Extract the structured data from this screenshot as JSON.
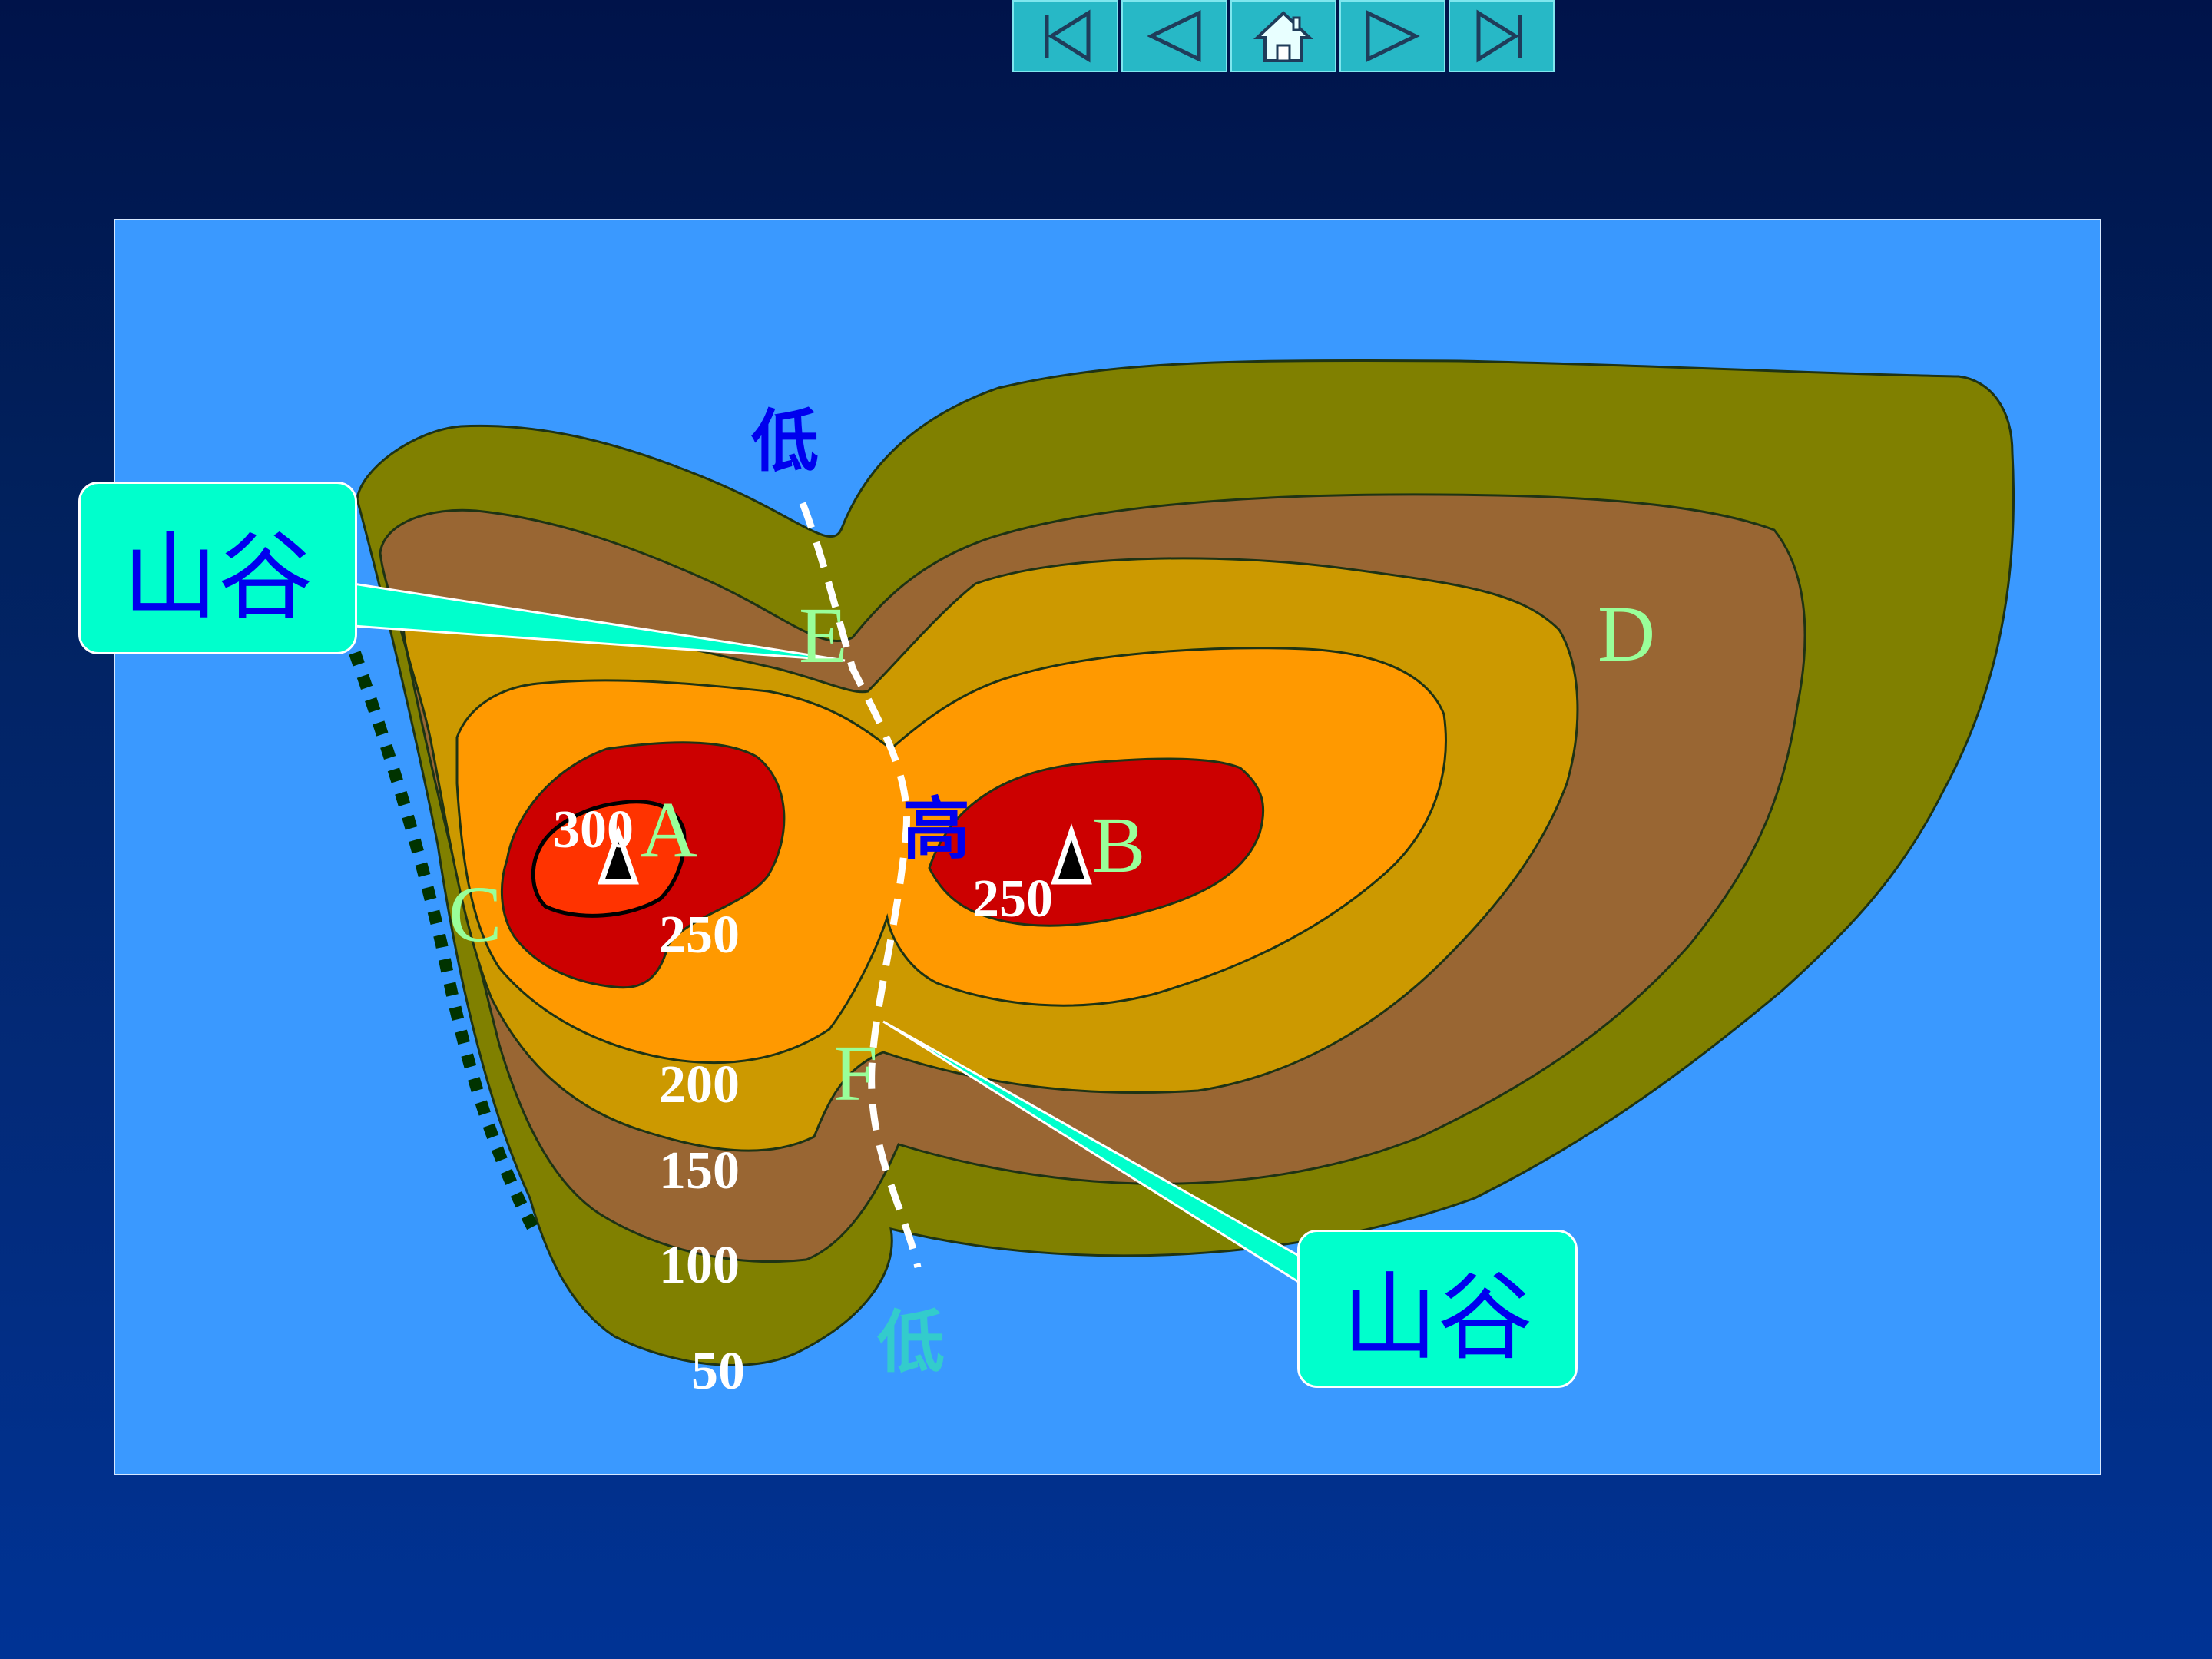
{
  "nav": {
    "first": "first-page-icon",
    "prev": "previous-page-icon",
    "home": "home-icon",
    "next": "next-page-icon",
    "last": "last-page-icon"
  },
  "callouts": {
    "valley_top": "山谷",
    "valley_bottom": "山谷"
  },
  "ridge_labels": {
    "low_top": "低",
    "high": "高",
    "low_bottom": "低"
  },
  "points": {
    "A": "A",
    "B": "B",
    "C": "C",
    "D": "D",
    "E": "E",
    "F": "F"
  },
  "contours": {
    "peak_a": "300",
    "a_250": "250",
    "b_250": "250",
    "c200": "200",
    "c150": "150",
    "c100": "100",
    "c50": "50"
  },
  "colors": {
    "slide_background": "#00134a",
    "map_water": "#3a99ff",
    "band_50": "#808000",
    "band_100": "#996633",
    "band_150": "#cc9900",
    "band_200": "#ff9900",
    "band_250": "#cc0000",
    "band_300": "#ff3300",
    "ridge_line": "#ffffff",
    "ridge_dotted": "#003300",
    "callout_fill": "#00ffcc",
    "callout_text": "#0000ee",
    "point_label": "#99ff99",
    "contour_label": "#ffffff"
  }
}
